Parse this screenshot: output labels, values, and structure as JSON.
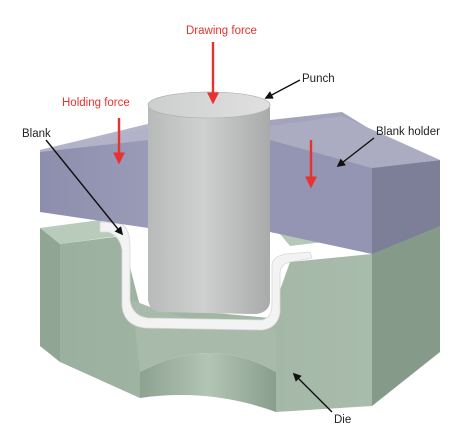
{
  "labels": {
    "drawing_force": "Drawing force",
    "holding_force": "Holding force",
    "punch": "Punch",
    "blank": "Blank",
    "blank_holder": "Blank holder",
    "die": "Die"
  },
  "colors": {
    "force_arrow": "#e8322e",
    "label_text": "#222222",
    "holder_top": "#a7a8bf",
    "holder_front": "#8f90ad",
    "holder_side": "#7b7c96",
    "punch": "#c2c3c3",
    "die_top": "#b6c8b8",
    "die_front": "#9fb3a3",
    "die_side": "#869a8a",
    "blank": "#f2f2f2"
  }
}
